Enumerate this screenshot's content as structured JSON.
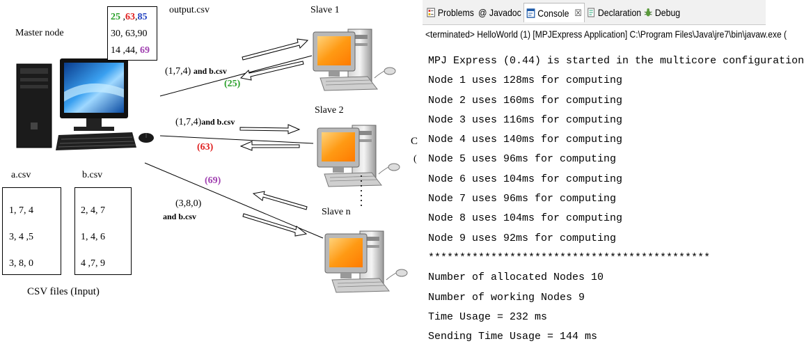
{
  "diagram": {
    "master_label": "Master node",
    "output_label": "output.csv",
    "output_table": [
      [
        {
          "v": "25",
          "c": "#2aa02a"
        },
        {
          "v": " ,",
          "c": "#000000"
        },
        {
          "v": "63",
          "c": "#e02020"
        },
        {
          "v": ",",
          "c": "#000000"
        },
        {
          "v": "85",
          "c": "#2040c0"
        }
      ],
      [
        {
          "v": "30, 63,90",
          "c": "#000000"
        }
      ],
      [
        {
          "v": "14 ,44, ",
          "c": "#000000"
        },
        {
          "v": "69",
          "c": "#a040b0"
        }
      ]
    ],
    "slave1_label": "Slave 1",
    "slave2_label": "Slave 2",
    "slaven_label": "Slave n",
    "slave1_send": "(1,7,4)",
    "slave1_send_suffix": "and b.csv",
    "slave1_result": "(25)",
    "slave2_send": "(1,7,4)",
    "slave2_send_suffix": "and b.csv",
    "slave2_result": "(63)",
    "slaven_send": "(3,8,0)",
    "slaven_send_suffix": "and b.csv",
    "slaven_result": "(69)",
    "acsv_label": "a.csv",
    "bcsv_label": "b.csv",
    "acsv_rows": [
      "1, 7, 4",
      "3, 4 ,5",
      "3, 8, 0"
    ],
    "bcsv_rows": [
      "2, 4, 7",
      "1, 4, 6",
      "4 ,7, 9"
    ],
    "csv_caption": "CSV files (Input)",
    "cutoff_1": "C",
    "cutoff_2": "(",
    "colors": {
      "green": "#2aa02a",
      "red": "#e02020",
      "purple": "#a040b0",
      "blue": "#2040c0"
    }
  },
  "console": {
    "tabs": [
      {
        "label": "Problems",
        "icon": "problems-icon"
      },
      {
        "label": "@ Javadoc",
        "icon": "javadoc-icon"
      },
      {
        "label": "Console",
        "icon": "console-icon"
      },
      {
        "label": "Declaration",
        "icon": "declaration-icon"
      },
      {
        "label": "Debug",
        "icon": "debug-icon"
      }
    ],
    "close_glyph": "☒",
    "status": "<terminated> HelloWorld (1) [MPJExpress Application] C:\\Program Files\\Java\\jre7\\bin\\javaw.exe (",
    "lines": [
      "MPJ Express (0.44) is started in the multicore configuration",
      "Node 1 uses 128ms for computing",
      "Node 2 uses 160ms for computing",
      "Node 3 uses 116ms for computing",
      "Node 4 uses 140ms for computing",
      "Node 5 uses 96ms for computing",
      "Node 6 uses 104ms for computing",
      "Node 7 uses 96ms for computing",
      "Node 8 uses 104ms for computing",
      "Node 9 uses 92ms for computing",
      "*********************************************",
      "Number of allocated Nodes 10",
      "Number of working Nodes 9",
      "Time Usage = 232 ms",
      "Sending Time Usage = 144 ms"
    ]
  }
}
